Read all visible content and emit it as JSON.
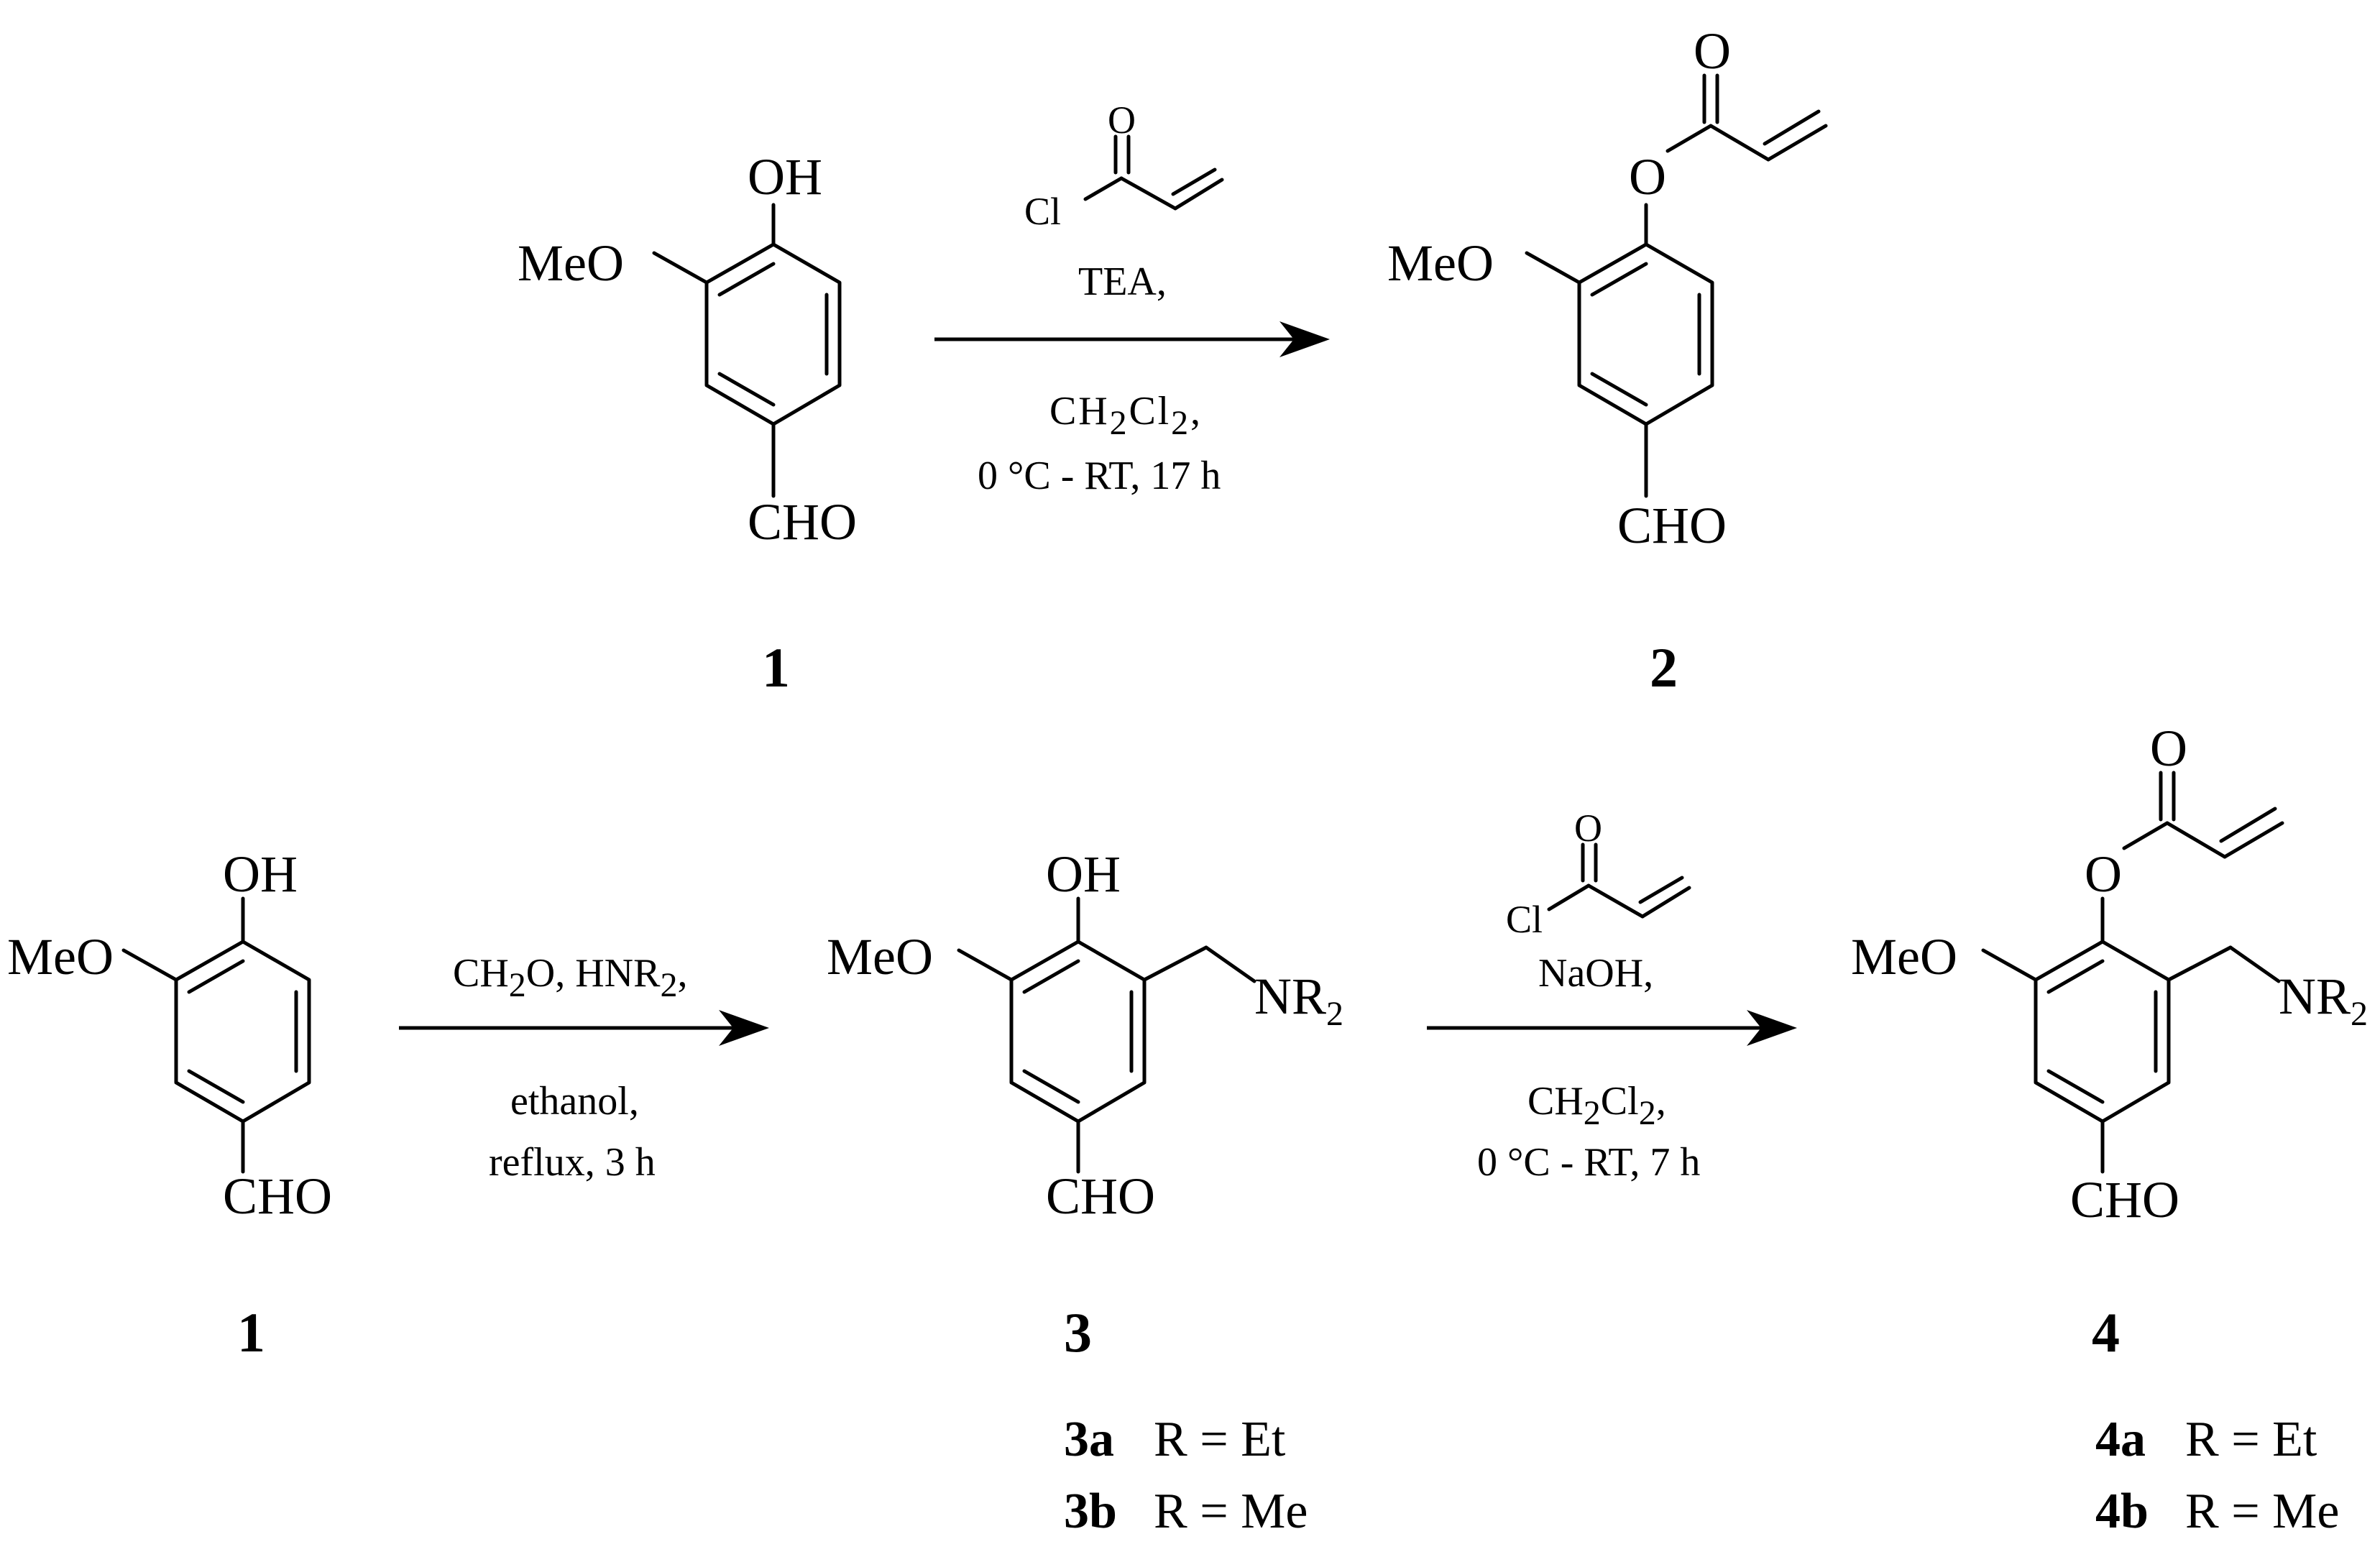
{
  "top": {
    "left": {
      "oh": "OH",
      "meo": "MeO",
      "cho": "CHO",
      "number": "1"
    },
    "reagent": {
      "o": "O",
      "cl": "Cl"
    },
    "conditions": {
      "base": "TEA,",
      "solvent_pre": "CH",
      "solvent_sub1": "2",
      "solvent_mid": "Cl",
      "solvent_sub2": "2",
      "solvent_post": ",",
      "temp": "0 °C - RT, 17 h"
    },
    "product": {
      "o_carbonyl": "O",
      "o_ester": "O",
      "meo": "MeO",
      "cho": "CHO",
      "number": "2"
    }
  },
  "bottom": {
    "start": {
      "oh": "OH",
      "meo": "MeO",
      "cho": "CHO",
      "number": "1"
    },
    "step1": {
      "reag_pre": "CH",
      "reag_sub": "2",
      "reag_mid": "O, HNR",
      "reag_sub2": "2",
      "reag_post": ",",
      "solvent": "ethanol,",
      "time": "reflux, 3 h"
    },
    "mid": {
      "oh": "OH",
      "meo": "MeO",
      "nr": "NR",
      "nr_sub": "2",
      "cho": "CHO",
      "number": "3",
      "variants": [
        {
          "id": "3a",
          "def": "R = Et"
        },
        {
          "id": "3b",
          "def": "R = Me"
        }
      ]
    },
    "step2": {
      "reagent": {
        "o": "O",
        "cl": "Cl"
      },
      "base": "NaOH,",
      "solvent_pre": "CH",
      "solvent_sub1": "2",
      "solvent_mid": "Cl",
      "solvent_sub2": "2",
      "solvent_post": ",",
      "temp": "0 °C - RT, 7 h"
    },
    "end": {
      "o_carbonyl": "O",
      "o_ester": "O",
      "meo": "MeO",
      "nr": "NR",
      "nr_sub": "2",
      "cho": "CHO",
      "number": "4",
      "variants": [
        {
          "id": "4a",
          "def": "R = Et"
        },
        {
          "id": "4b",
          "def": "R = Me"
        }
      ]
    }
  }
}
